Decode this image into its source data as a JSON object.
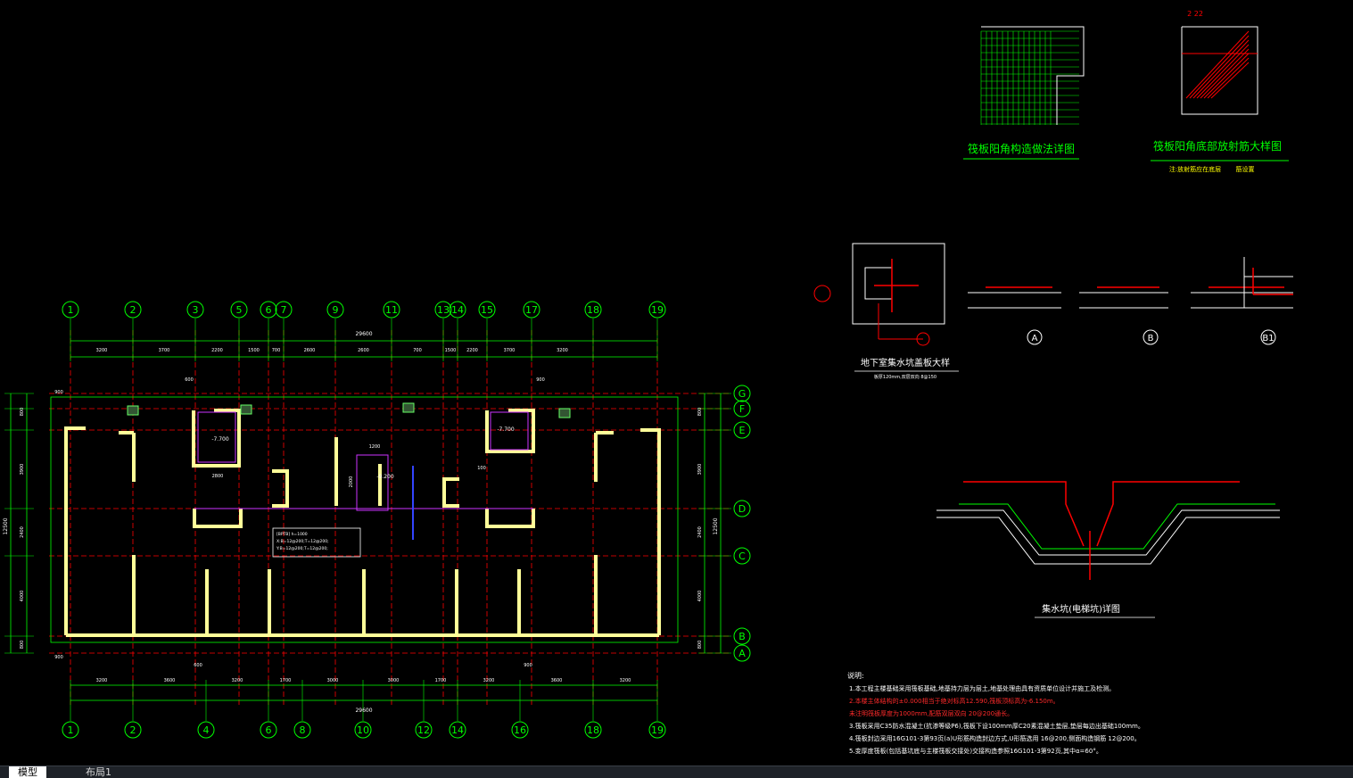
{
  "colors": {
    "background": "#000000",
    "axis_green": "#00ff00",
    "grid_red": "#ff0000",
    "wall_yellow": "#ffff99",
    "note_red": "#ff2a2a",
    "text_white": "#ffffff",
    "magenta": "#cc33ff",
    "blue": "#3344ff"
  },
  "plan": {
    "top_axes": [
      "1",
      "2",
      "3",
      "5",
      "6",
      "7",
      "9",
      "11",
      "13",
      "14",
      "15",
      "17",
      "18",
      "19"
    ],
    "bottom_axes": [
      "1",
      "2",
      "4",
      "6",
      "8",
      "10",
      "12",
      "14",
      "16",
      "18",
      "19"
    ],
    "right_axes": [
      "G",
      "F",
      "E",
      "D",
      "C",
      "B",
      "A"
    ],
    "top_total_dim": "29600",
    "top_dims": [
      "3200",
      "3700",
      "2200",
      "1500",
      "700",
      "2600",
      "2600",
      "700",
      "1500",
      "2200",
      "3700",
      "3200"
    ],
    "bottom_total_dim": "29600",
    "bottom_dims": [
      "3200",
      "3600",
      "3200",
      "1700",
      "3000",
      "3000",
      "1700",
      "3200",
      "3600",
      "3200"
    ],
    "left_total_dim": "12500",
    "left_dims": [
      "800",
      "3900",
      "2400",
      "4000",
      "800"
    ],
    "right_total_dim": "12500",
    "right_dims": [
      "800",
      "3900",
      "2400",
      "4000",
      "800"
    ],
    "offset_labels": [
      "900",
      "900",
      "600",
      "600",
      "900",
      "900"
    ],
    "levels": [
      "-7.700",
      "-7.700",
      "-9.200"
    ],
    "pit_dims": [
      "2800",
      "1200",
      "2000",
      "100",
      "100",
      "100"
    ],
    "note_box_lines": [
      "[BPTB] h=1000",
      "X:B=12@200;T=12@200;",
      "Y:B=12@200;T=12@200;"
    ]
  },
  "details": {
    "raft_corner_title": "筏板阳角构造做法详图",
    "raft_corner_bottom_title": "筏板阳角底部放射筋大样图",
    "raft_corner_bottom_sub": "注:放射筋应在底层",
    "raft_corner_bottom_sub2": "筋设置",
    "pit_cover_title": "地下室集水坑盖板大样",
    "pit_cover_sub": "板厚120mm,双层双向 8@150",
    "section_labels": [
      "A",
      "B",
      "B1"
    ],
    "sump_title": "集水坑(电梯坑)详图"
  },
  "notes": {
    "heading": "说明:",
    "lines": [
      "1.本工程主楼基础采用筏板基础,地基持力层为层土,地基处理由具有资质单位设计并施工及检测。",
      "2.本楼主体结构的±0.000相当于绝对标高12.590,筏板顶标高为-6.150m。",
      "   未注明筏板厚度为1000mm,配筋双层双向 20@200通长。",
      "3.筏板采用C35防水混凝土(抗渗等级P6),筏板下设100mm厚C20素混凝土垫层,垫层每边出基础100mm。",
      "4.筏板封边采用16G101-3第93页(a)U形筋构造封边方式,U形筋选用 16@200,侧面构造钢筋 12@200。",
      "5.变厚度筏板(包括基坑底与主楼筏板交接处)交接构造参照16G101-3第92页,其中α=60°。"
    ]
  },
  "tabs": [
    "模型",
    "布局1"
  ]
}
